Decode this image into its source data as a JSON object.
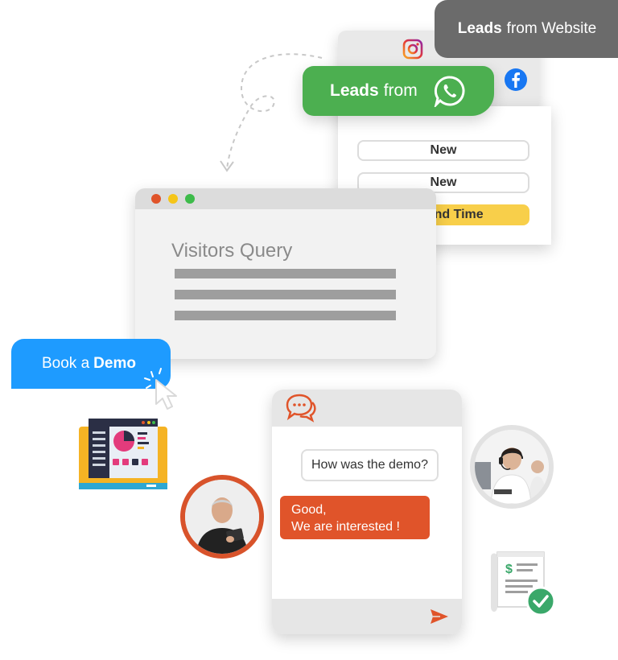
{
  "tags": {
    "website_bold": "Leads",
    "website_rest": "from Website",
    "whatsapp_bold": "Leads",
    "whatsapp_rest": "from"
  },
  "leads": [
    {
      "label": "New",
      "style": "outline"
    },
    {
      "label": "New",
      "style": "outline"
    },
    {
      "label": "Second Time",
      "style": "highlight"
    }
  ],
  "visitors": {
    "title": "Visitors Query"
  },
  "cta": {
    "prefix": "Book a",
    "bold": "Demo"
  },
  "chat": {
    "question": "How was the demo?",
    "answer_line1": "Good,",
    "answer_line2": "We are interested !"
  },
  "colors": {
    "whatsapp_green": "#4caf50",
    "website_gray": "#6b6b6b",
    "highlight_gold": "#f8cf4a",
    "cta_blue": "#1e9bff",
    "chat_orange": "#e0542a",
    "facebook_blue": "#1877f2"
  },
  "icons": [
    "instagram-icon",
    "facebook-icon",
    "whatsapp-icon",
    "chat-bubbles-icon",
    "send-icon",
    "cursor-click-icon",
    "dashboard-illustration",
    "invoice-check-icon"
  ]
}
